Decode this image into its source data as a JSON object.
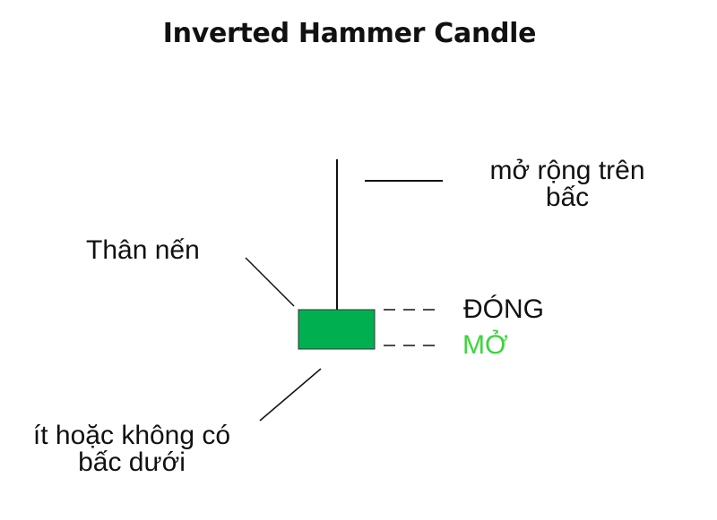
{
  "title": "Inverted Hammer Candle",
  "labels": {
    "upper_wick": [
      "mở rộng trên",
      "bấc"
    ],
    "candle_body": "Thân nến",
    "close": "ĐÓNG",
    "open": "MỞ",
    "lower_wick": [
      "ít hoặc không có",
      "bấc dưới"
    ]
  },
  "colors": {
    "candle_body": "#00b050",
    "open_label": "#3ad63a",
    "lines": "#111111"
  }
}
